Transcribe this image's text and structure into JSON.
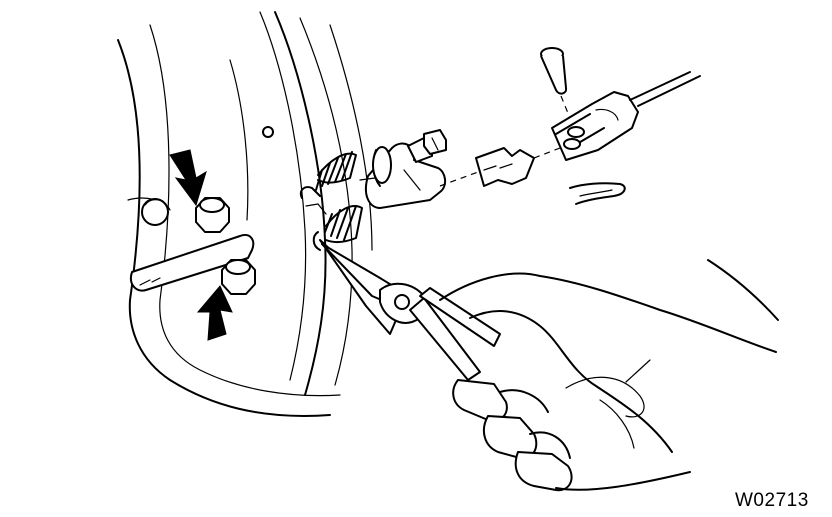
{
  "figure": {
    "code": "W02713",
    "parts": [
      "backing-plate",
      "parking-brake-lever",
      "mounting-bolt-upper",
      "mounting-bolt-lower",
      "shoe-return-spring-upper",
      "shoe-return-spring-lower",
      "strut-clevis",
      "clevis-bolt",
      "retainer-clip",
      "clevis-pin",
      "cable-end-yoke",
      "parking-brake-cable",
      "cotter-clip",
      "needle-nose-pliers",
      "hand"
    ],
    "arrows": 2,
    "colors": {
      "ink": "#000000",
      "paper": "#ffffff"
    }
  }
}
